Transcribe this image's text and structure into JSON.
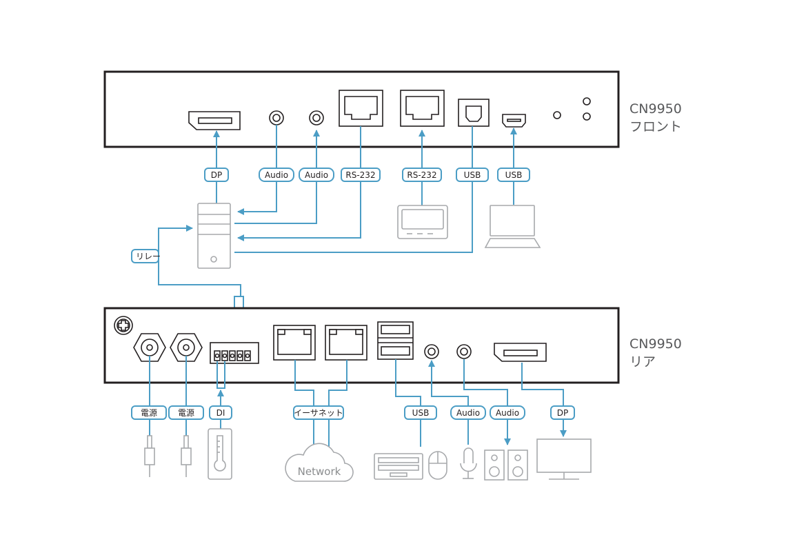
{
  "front": {
    "model": "CN9950",
    "side": "フロント"
  },
  "rear": {
    "model": "CN9950",
    "side": "リア"
  },
  "front_labels": {
    "dp": "DP",
    "audio1": "Audio",
    "audio2": "Audio",
    "rs232_1": "RS-232",
    "rs232_2": "RS-232",
    "usb1": "USB",
    "usb2": "USB",
    "relay": "リレー"
  },
  "rear_labels": {
    "power1": "電源",
    "power2": "電源",
    "di": "DI",
    "ethernet": "イーサネット",
    "usb": "USB",
    "audio1": "Audio",
    "audio2": "Audio",
    "dp": "DP"
  },
  "network_label": "Network",
  "colors": {
    "connection": "#4b9dc5",
    "panel": "#231f20",
    "device": "#a7a9ac"
  }
}
